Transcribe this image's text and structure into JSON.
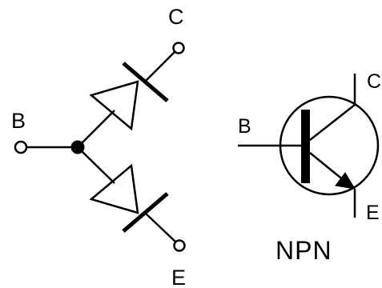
{
  "diode_model": {
    "labels": {
      "collector": "C",
      "base": "B",
      "emitter": "E"
    }
  },
  "npn_symbol": {
    "labels": {
      "collector": "C",
      "base": "B",
      "emitter": "E"
    },
    "caption": "NPN"
  },
  "colors": {
    "stroke": "#000000",
    "background": "#ffffff"
  }
}
